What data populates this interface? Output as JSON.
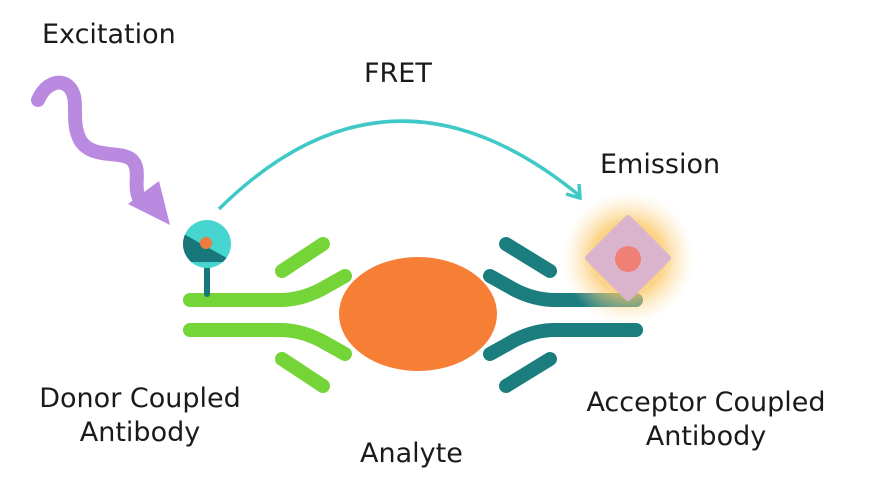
{
  "labels": {
    "excitation": "Excitation",
    "fret": "FRET",
    "emission": "Emission",
    "donor_line1": "Donor Coupled",
    "donor_line2": "Antibody",
    "analyte": "Analyte",
    "acceptor_line1": "Acceptor Coupled",
    "acceptor_line2": "Antibody"
  },
  "colors": {
    "excitation_wave": "#b98ae0",
    "fret_arrow": "#3ec9c6",
    "donor_antibody": "#74d438",
    "acceptor_antibody": "#1c7d7f",
    "analyte": "#f77f35",
    "donor_light": "#46d6cf",
    "donor_dark": "#18777b",
    "donor_core": "#ef7b3c",
    "emission_glow": "#f9be55",
    "acceptor_diamond": "#d9b4cc",
    "acceptor_core": "#f07f76"
  }
}
